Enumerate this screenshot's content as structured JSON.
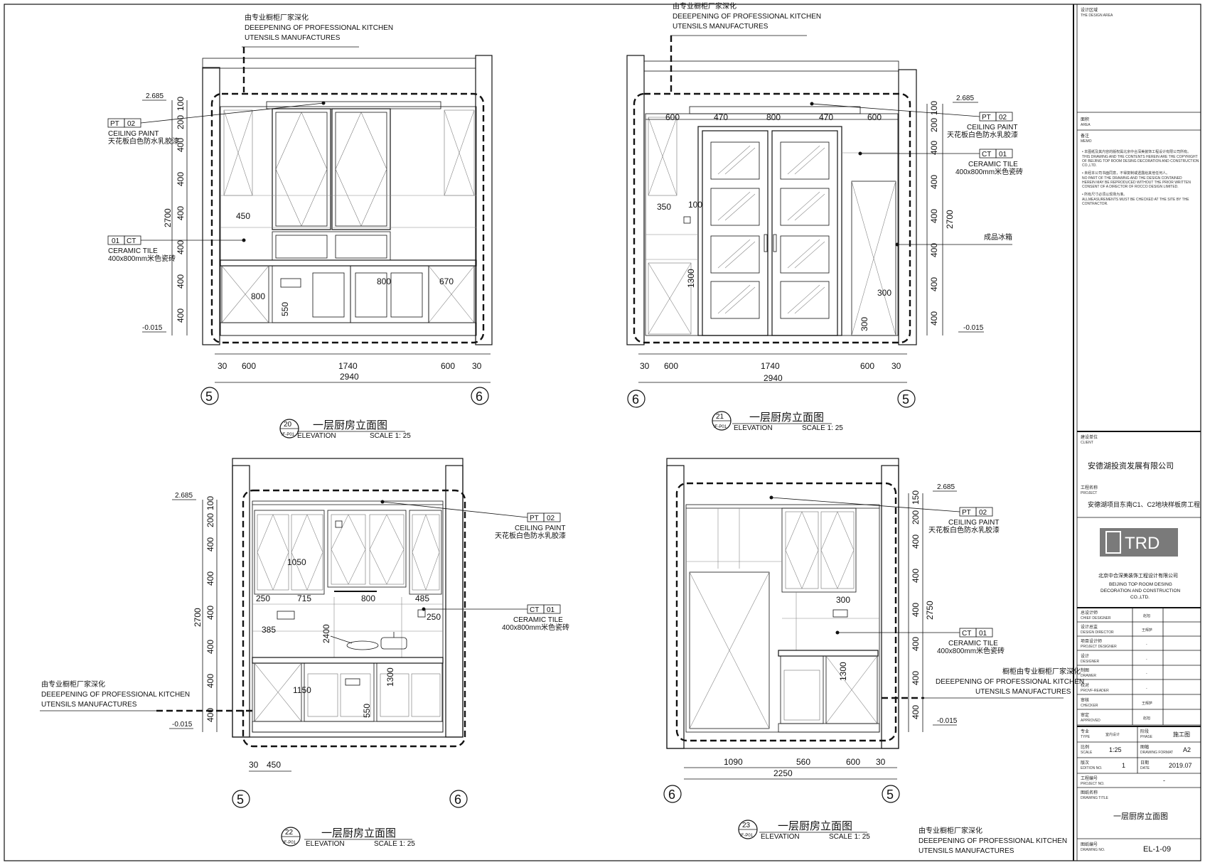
{
  "notes": {
    "manufacturer_cn": "由专业橱柜厂家深化",
    "manufacturer_en1": "DEEEPENING OF PROFESSIONAL KITCHEN",
    "manufacturer_en2": "UTENSILS   MANUFACTURES",
    "manufacturer_cn_b": "橱柜由专业橱柜厂家深化"
  },
  "tags": {
    "pt": "PT",
    "pt_no": "02",
    "ct": "CT",
    "ct_no": "01",
    "ceiling_paint": "CEILING PAINT",
    "ceiling_paint_cn": "天花板白色防水乳胶漆",
    "ceramic_tile": "CERAMIC TILE",
    "ceramic_tile_cn": "400x800mm米色瓷砖",
    "fridge_cn": "成品冰箱"
  },
  "levels": {
    "top": "2.685",
    "bottom": "-0.015"
  },
  "axes": {
    "a5": "5",
    "a6": "6"
  },
  "elev20": {
    "title_cn": "一层厨房立面图",
    "num": "20",
    "sub": "IF-P01",
    "word": "ELEVATION",
    "scale": "SCALE 1: 25",
    "left_dims": [
      "100",
      "200",
      "400",
      "400",
      "400",
      "400",
      "400",
      "400"
    ],
    "total_h": "2700",
    "bottom_dims": [
      "30",
      "600",
      "1740",
      "600",
      "30"
    ],
    "total_w": "2940",
    "inner": [
      "450",
      "800",
      "800",
      "670",
      "550"
    ]
  },
  "elev21": {
    "title_cn": "一层厨房立面图",
    "num": "21",
    "sub": "IF-P01",
    "word": "ELEVATION",
    "scale": "SCALE 1: 25",
    "top_dims": [
      "600",
      "470",
      "800",
      "470",
      "600"
    ],
    "right_dims": [
      "100",
      "200",
      "400",
      "400",
      "400",
      "400",
      "400",
      "400"
    ],
    "total_h": "2700",
    "bottom_dims": [
      "30",
      "600",
      "1740",
      "600",
      "30"
    ],
    "total_w": "2940",
    "inner": [
      "350",
      "100",
      "1300",
      "300",
      "300"
    ]
  },
  "elev22": {
    "title_cn": "一层厨房立面图",
    "num": "22",
    "sub": "IF-P01",
    "word": "ELEVATION",
    "scale": "SCALE 1: 25",
    "left_dims": [
      "100",
      "200",
      "400",
      "400",
      "400",
      "400",
      "400",
      "400"
    ],
    "total_h": "2700",
    "bottom_dims": [
      "30",
      "450"
    ],
    "inner": [
      "1050",
      "250",
      "715",
      "800",
      "485",
      "250",
      "385",
      "2400",
      "1150",
      "1300",
      "550"
    ]
  },
  "elev23": {
    "title_cn": "一层厨房立面图",
    "num": "23",
    "sub": "IF-P01",
    "word": "ELEVATION",
    "scale": "SCALE 1: 25",
    "right_dims": [
      "150",
      "200",
      "400",
      "400",
      "400",
      "400",
      "400",
      "400"
    ],
    "total_h": "2750",
    "bottom_dims": [
      "1090",
      "560",
      "600",
      "30"
    ],
    "total_w": "2250",
    "inner": [
      "300",
      "1300"
    ]
  },
  "titleblock": {
    "design_area_cn": "设计区域",
    "design_area_en": "THE DESIGN AREA",
    "area_cn": "面积",
    "area_en": "AREA",
    "memo_cn": "备注",
    "memo_en": "MEMO",
    "memo_lines": [
      "• 本图纸及其内容的版权属北京中合深美装饰工程设计有限公司所有。",
      "THIS DRAWING AND THE CONTENTS HEREIN ARE THE COPYRIGHT",
      "OF BEIJING TOP ROOM DESING DECORATION AND CONSTRUCTION",
      "CO.,LTD.",
      "• 未经本公司书面同意，不得复制或透露给其他任何人。",
      "NO PART OF THE DRAWING AND THE DESIGN CONTAINED",
      "HEREIN MAY BE REPRODUCED WITHOUT THE PRIOR WRITTEN",
      "CONSENT OF A DIRECTOR OF ROCCO DESIGN LIMITED.",
      "• 所有尺寸必须以现场为准。",
      "ALLMEASUREMENTS MUST BE CHECKED AT THE SITE BY THE",
      "CONTRACTOR."
    ],
    "client_cn": "建设单位",
    "client_en": "CLIENT",
    "client_name": "安德湖投资发展有限公司",
    "project_cn": "工程名称",
    "project_en": "PROJECT",
    "project_name": "安德湖项目东南C1、C2地块样板房工程",
    "logo": "TRD",
    "company_cn": "北京中合深美装饰工程设计有限公司",
    "company_en1": "BEIJING TOP ROOM DESING",
    "company_en2": "DECORATION AND CONSTRUCTION",
    "company_en3": "CO.,LTD.",
    "staff": [
      {
        "cn": "总设计师",
        "en": "CHIEF DESIGNER",
        "val": "赵旭"
      },
      {
        "cn": "设计总监",
        "en": "DESIGN DIRECTOR",
        "val": "王辉萨"
      },
      {
        "cn": "项目设计师",
        "en": "PROJECT DESIGNER",
        "val": "-"
      },
      {
        "cn": "设计",
        "en": "DESIGNER",
        "val": "-"
      },
      {
        "cn": "制图",
        "en": "DRAWER",
        "val": "-"
      },
      {
        "cn": "校对",
        "en": "PROVF-READER",
        "val": "-"
      },
      {
        "cn": "审核",
        "en": "CHECKER",
        "val": "王辉萨"
      },
      {
        "cn": "审定",
        "en": "APPROVED",
        "val": "赵旭"
      }
    ],
    "type_cn": "专业",
    "type_en": "TYPE",
    "type_val": "室内设计",
    "phase_cn": "阶段",
    "phase_en": "PHASE",
    "phase_val": "施工图",
    "scale_cn": "比例",
    "scale_en": "SCALE",
    "scale_val": "1:25",
    "format_cn": "图幅",
    "format_en": "DRAWING FORMAT",
    "format_val": "A2",
    "edition_cn": "版次",
    "edition_en": "EDITION NO.",
    "edition_val": "1",
    "date_cn": "日期",
    "date_en": "DATE",
    "date_val": "2019.07",
    "projno_cn": "工程编号",
    "projno_en": "PROJECT NO.",
    "projno_val": "-",
    "dtitle_cn": "图纸名称",
    "dtitle_en": "DRAWING  TITLE",
    "dtitle_val": "一层厨房立面图",
    "dno_cn": "图纸编号",
    "dno_en": "DRAWING NO.",
    "dno_val": "EL-1-09"
  }
}
